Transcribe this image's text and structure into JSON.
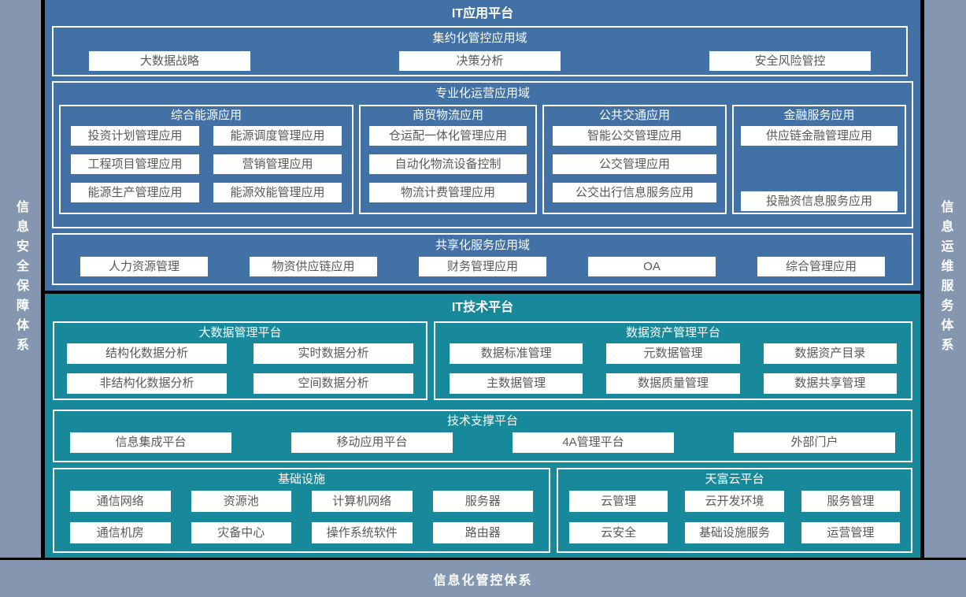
{
  "colors": {
    "outer_bg": "#8597B0",
    "app_panel_blue": "#4271A5",
    "tech_panel_teal": "#17899A",
    "divider_black": "#000000",
    "box_border": "#FFFFFF",
    "button_bg": "#FFFFFF",
    "button_text": "#595959",
    "title_text": "#FFFFFF"
  },
  "frame": {
    "left_label": "信息安全保障体系",
    "right_label": "信息运维服务体系",
    "bottom_label": "信息化管控体系"
  },
  "app": {
    "title": "IT应用平台",
    "centralized": {
      "title": "集约化管控应用域",
      "items": [
        "大数据战略",
        "决策分析",
        "安全风险管控"
      ]
    },
    "professional": {
      "title": "专业化运营应用域",
      "energy": {
        "title": "综合能源应用",
        "items": [
          "投资计划管理应用",
          "能源调度管理应用",
          "工程项目管理应用",
          "营销管理应用",
          "能源生产管理应用",
          "能源效能管理应用"
        ]
      },
      "logistics": {
        "title": "商贸物流应用",
        "items": [
          "仓运配一体化管理应用",
          "自动化物流设备控制",
          "物流计费管理应用"
        ]
      },
      "transit": {
        "title": "公共交通应用",
        "items": [
          "智能公交管理应用",
          "公交管理应用",
          "公交出行信息服务应用"
        ]
      },
      "finance": {
        "title": "金融服务应用",
        "items": [
          "供应链金融管理应用",
          "投融资信息服务应用"
        ]
      }
    },
    "shared": {
      "title": "共享化服务应用域",
      "items": [
        "人力资源管理",
        "物资供应链应用",
        "财务管理应用",
        "OA",
        "综合管理应用"
      ]
    }
  },
  "tech": {
    "title": "IT技术平台",
    "bigdata": {
      "title": "大数据管理平台",
      "items": [
        "结构化数据分析",
        "实时数据分析",
        "非结构化数据分析",
        "空间数据分析"
      ]
    },
    "data_asset": {
      "title": "数据资产管理平台",
      "items": [
        "数据标准管理",
        "元数据管理",
        "数据资产目录",
        "主数据管理",
        "数据质量管理",
        "数据共享管理"
      ]
    },
    "support": {
      "title": "技术支撑平台",
      "items": [
        "信息集成平台",
        "移动应用平台",
        "4A管理平台",
        "外部门户"
      ]
    },
    "infra": {
      "title": "基础设施",
      "items": [
        "通信网络",
        "资源池",
        "计算机网络",
        "服务器",
        "通信机房",
        "灾备中心",
        "操作系统软件",
        "路由器"
      ]
    },
    "cloud": {
      "title": "天富云平台",
      "items": [
        "云管理",
        "云开发环境",
        "服务管理",
        "云安全",
        "基础设施服务",
        "运营管理"
      ]
    }
  }
}
